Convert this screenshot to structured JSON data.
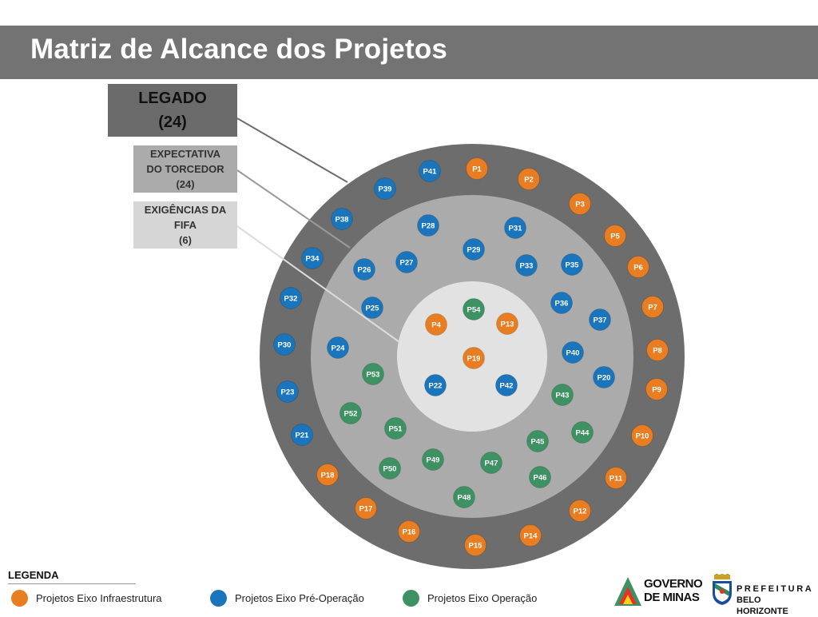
{
  "title": "Matriz de Alcance dos Projetos",
  "labels": {
    "legado": [
      "LEGADO",
      "(24)"
    ],
    "expectativa": [
      "EXPECTATIVA",
      "DO TORCEDOR",
      "(24)"
    ],
    "fifa": [
      "EXIGÊNCIAS DA",
      "FIFA",
      "(6)"
    ]
  },
  "colors": {
    "infraestrutura": "#e87d22",
    "pre_operacao": "#1a75bc",
    "operacao": "#3d9163",
    "ring_outer": "#6d6d6d",
    "ring_middle": "#ababab",
    "ring_inner": "#e2e2e2"
  },
  "projects": [
    {
      "id": "P1",
      "eixo": "infraestrutura",
      "zona": "legado"
    },
    {
      "id": "P2",
      "eixo": "infraestrutura",
      "zona": "legado"
    },
    {
      "id": "P3",
      "eixo": "infraestrutura",
      "zona": "legado"
    },
    {
      "id": "P5",
      "eixo": "infraestrutura",
      "zona": "legado"
    },
    {
      "id": "P6",
      "eixo": "infraestrutura",
      "zona": "legado"
    },
    {
      "id": "P7",
      "eixo": "infraestrutura",
      "zona": "legado"
    },
    {
      "id": "P8",
      "eixo": "infraestrutura",
      "zona": "legado"
    },
    {
      "id": "P9",
      "eixo": "infraestrutura",
      "zona": "legado"
    },
    {
      "id": "P10",
      "eixo": "infraestrutura",
      "zona": "legado"
    },
    {
      "id": "P11",
      "eixo": "infraestrutura",
      "zona": "legado"
    },
    {
      "id": "P12",
      "eixo": "infraestrutura",
      "zona": "legado"
    },
    {
      "id": "P14",
      "eixo": "infraestrutura",
      "zona": "legado"
    },
    {
      "id": "P15",
      "eixo": "infraestrutura",
      "zona": "legado"
    },
    {
      "id": "P16",
      "eixo": "infraestrutura",
      "zona": "legado"
    },
    {
      "id": "P17",
      "eixo": "infraestrutura",
      "zona": "legado"
    },
    {
      "id": "P18",
      "eixo": "infraestrutura",
      "zona": "legado"
    },
    {
      "id": "P21",
      "eixo": "pre_operacao",
      "zona": "legado"
    },
    {
      "id": "P23",
      "eixo": "pre_operacao",
      "zona": "legado"
    },
    {
      "id": "P30",
      "eixo": "pre_operacao",
      "zona": "legado"
    },
    {
      "id": "P32",
      "eixo": "pre_operacao",
      "zona": "legado"
    },
    {
      "id": "P34",
      "eixo": "pre_operacao",
      "zona": "legado"
    },
    {
      "id": "P38",
      "eixo": "pre_operacao",
      "zona": "legado"
    },
    {
      "id": "P39",
      "eixo": "pre_operacao",
      "zona": "legado"
    },
    {
      "id": "P41",
      "eixo": "pre_operacao",
      "zona": "legado"
    },
    {
      "id": "P24",
      "eixo": "pre_operacao",
      "zona": "expectativa"
    },
    {
      "id": "P25",
      "eixo": "pre_operacao",
      "zona": "expectativa"
    },
    {
      "id": "P26",
      "eixo": "pre_operacao",
      "zona": "expectativa"
    },
    {
      "id": "P27",
      "eixo": "pre_operacao",
      "zona": "expectativa"
    },
    {
      "id": "P28",
      "eixo": "pre_operacao",
      "zona": "expectativa"
    },
    {
      "id": "P29",
      "eixo": "pre_operacao",
      "zona": "expectativa"
    },
    {
      "id": "P31",
      "eixo": "pre_operacao",
      "zona": "expectativa"
    },
    {
      "id": "P33",
      "eixo": "pre_operacao",
      "zona": "expectativa"
    },
    {
      "id": "P35",
      "eixo": "pre_operacao",
      "zona": "expectativa"
    },
    {
      "id": "P36",
      "eixo": "pre_operacao",
      "zona": "expectativa"
    },
    {
      "id": "P37",
      "eixo": "pre_operacao",
      "zona": "expectativa"
    },
    {
      "id": "P40",
      "eixo": "pre_operacao",
      "zona": "expectativa"
    },
    {
      "id": "P20",
      "eixo": "pre_operacao",
      "zona": "expectativa"
    },
    {
      "id": "P43",
      "eixo": "operacao",
      "zona": "expectativa"
    },
    {
      "id": "P44",
      "eixo": "operacao",
      "zona": "expectativa"
    },
    {
      "id": "P45",
      "eixo": "operacao",
      "zona": "expectativa"
    },
    {
      "id": "P46",
      "eixo": "operacao",
      "zona": "expectativa"
    },
    {
      "id": "P47",
      "eixo": "operacao",
      "zona": "expectativa"
    },
    {
      "id": "P48",
      "eixo": "operacao",
      "zona": "expectativa"
    },
    {
      "id": "P49",
      "eixo": "operacao",
      "zona": "expectativa"
    },
    {
      "id": "P50",
      "eixo": "operacao",
      "zona": "expectativa"
    },
    {
      "id": "P51",
      "eixo": "operacao",
      "zona": "expectativa"
    },
    {
      "id": "P52",
      "eixo": "operacao",
      "zona": "expectativa"
    },
    {
      "id": "P53",
      "eixo": "operacao",
      "zona": "expectativa"
    },
    {
      "id": "P4",
      "eixo": "infraestrutura",
      "zona": "fifa"
    },
    {
      "id": "P13",
      "eixo": "infraestrutura",
      "zona": "fifa"
    },
    {
      "id": "P19",
      "eixo": "infraestrutura",
      "zona": "fifa"
    },
    {
      "id": "P54",
      "eixo": "operacao",
      "zona": "fifa"
    },
    {
      "id": "P22",
      "eixo": "pre_operacao",
      "zona": "fifa"
    },
    {
      "id": "P42",
      "eixo": "pre_operacao",
      "zona": "fifa"
    }
  ],
  "legend": {
    "title": "LEGENDA",
    "items": [
      {
        "key": "infraestrutura",
        "label": "Projetos Eixo Infraestrutura"
      },
      {
        "key": "pre_operacao",
        "label": "Projetos Eixo Pré-Operação"
      },
      {
        "key": "operacao",
        "label": "Projetos Eixo Operação"
      }
    ]
  },
  "logos": {
    "governo": [
      "GOVERNO",
      "DE MINAS"
    ],
    "prefeitura": [
      "PREFEITURA",
      "BELO HORIZONTE"
    ]
  }
}
